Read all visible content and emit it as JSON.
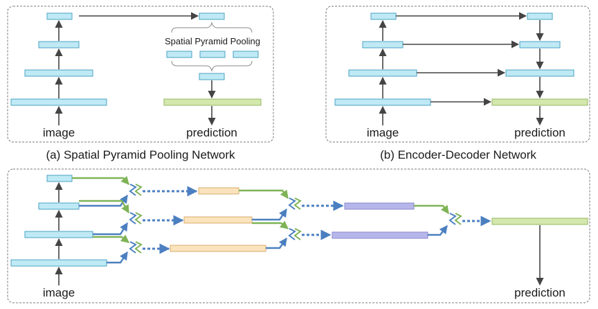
{
  "panel_a": {
    "caption": "(a) Spatial Pyramid Pooling Network",
    "input_label": "image",
    "output_label": "prediction",
    "spp_label": "Spatial Pyramid Pooling"
  },
  "panel_b": {
    "caption": "(b) Encoder-Decoder Network",
    "input_label": "image",
    "output_label": "prediction"
  },
  "panel_c": {
    "input_label": "image",
    "output_label": "prediction"
  },
  "colors": {
    "encoder_feature": "#bfe9f5",
    "prediction": "#d4e7ad",
    "stage1_fusion": "#fae3bd",
    "stage2_fusion": "#b7b6ea",
    "upsample_arrow": "#7fb356",
    "downsample_arrow": "#4b7fc0"
  }
}
